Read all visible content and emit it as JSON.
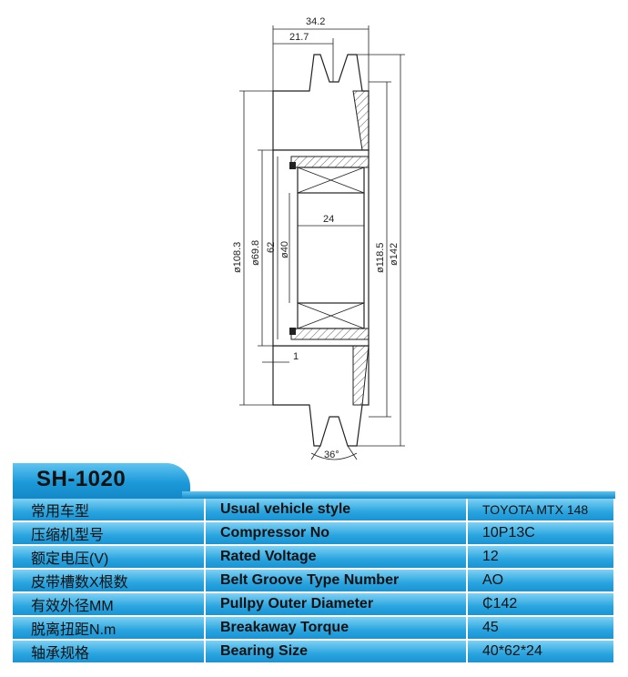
{
  "drawing": {
    "dimensions": {
      "width_total": "34.2",
      "width_groove": "21.7",
      "bearing_width": "24",
      "dia_108": "ø108.3",
      "dia_69": "ø69.8",
      "dia_62": "62",
      "dia_40": "ø40",
      "dia_118": "ø118.5",
      "dia_142": "ø142",
      "offset_1": "1",
      "groove_angle": "36°"
    }
  },
  "model": "SH-1020",
  "specs": [
    {
      "cn": "常用车型",
      "en": "Usual vehicle style",
      "value": "TOYOTA MTX 148"
    },
    {
      "cn": "压缩机型号",
      "en": "Compressor No",
      "value": "10P13C"
    },
    {
      "cn": "额定电压(V)",
      "en": "Rated Voltage",
      "value": "12"
    },
    {
      "cn": "皮带槽数X根数",
      "en": "Belt Groove Type Number",
      "value": "AO"
    },
    {
      "cn": "有效外径MM",
      "en": "Pullpy Outer Diameter",
      "value": "₵142"
    },
    {
      "cn": "脱离扭距N.m",
      "en": "Breakaway Torque",
      "value": "45"
    },
    {
      "cn": "轴承规格",
      "en": "Bearing Size",
      "value": "40*62*24"
    }
  ],
  "colors": {
    "accent": "#1c99d9",
    "light": "#7fd0f3"
  }
}
